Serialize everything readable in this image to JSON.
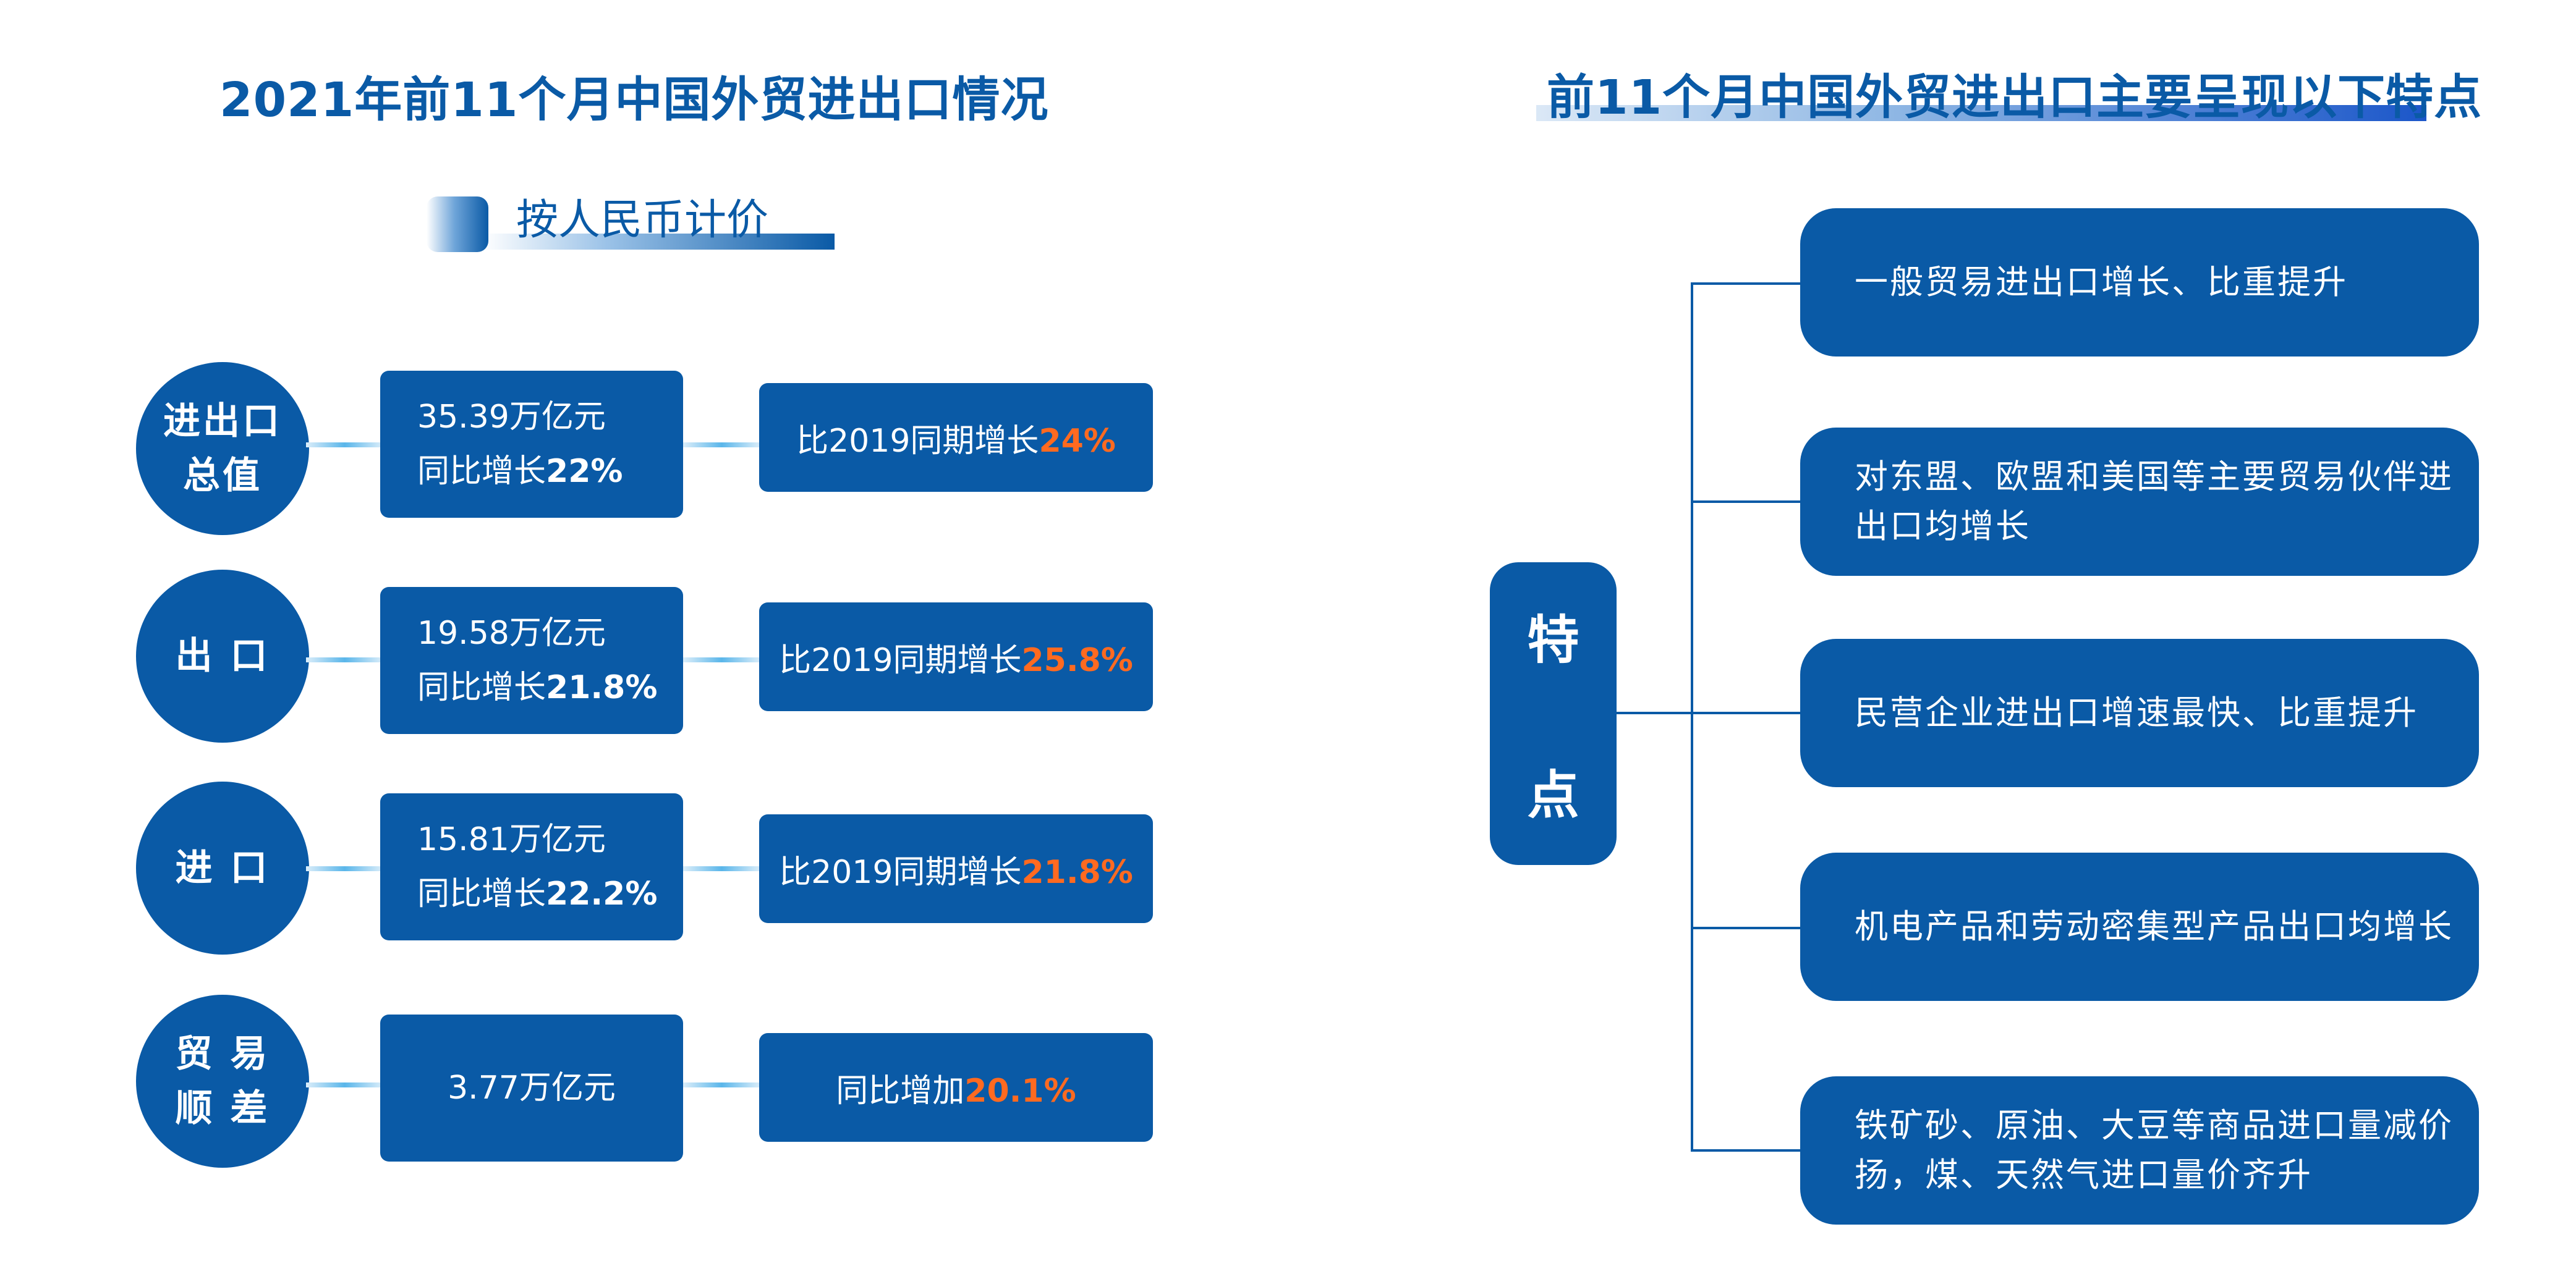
{
  "left": {
    "title": "2021年前11个月中国外贸进出口情况",
    "subtitle": "按人民币计价",
    "rows": [
      {
        "label": "进出口总值",
        "label_line1": "进出口",
        "label_line2": "总值",
        "value": "35.39万亿元",
        "growth_prefix": "同比增长",
        "growth": "22%",
        "compare_prefix": "比2019同期增长",
        "compare": "24%"
      },
      {
        "label": "出口",
        "label_line1": "出 口",
        "label_line2": "",
        "value": "19.58万亿元",
        "growth_prefix": "同比增长",
        "growth": "21.8%",
        "compare_prefix": "比2019同期增长",
        "compare": "25.8%"
      },
      {
        "label": "进口",
        "label_line1": "进 口",
        "label_line2": "",
        "value": "15.81万亿元",
        "growth_prefix": "同比增长",
        "growth": "22.2%",
        "compare_prefix": "比2019同期增长",
        "compare": "21.8%"
      },
      {
        "label": "贸易顺差",
        "label_line1": "贸 易",
        "label_line2": "顺 差",
        "value": "3.77万亿元",
        "compare_prefix": "同比增加",
        "compare": "20.1%"
      }
    ]
  },
  "right": {
    "title": "前11个月中国外贸进出口主要呈现以下特点",
    "center_line1": "特",
    "center_line2": "点",
    "features": [
      "一般贸易进出口增长、比重提升",
      "对东盟、欧盟和美国等主要贸易伙伴进出口均增长",
      "民营企业进出口增速最快、比重提升",
      "机电产品和劳动密集型产品出口均增长",
      "铁矿砂、原油、大豆等商品进口量减价扬，煤、天然气进口量价齐升"
    ]
  },
  "colors": {
    "primary": "#0a5aa6",
    "accent": "#ff6a20",
    "connector": "#5ab6ea"
  }
}
